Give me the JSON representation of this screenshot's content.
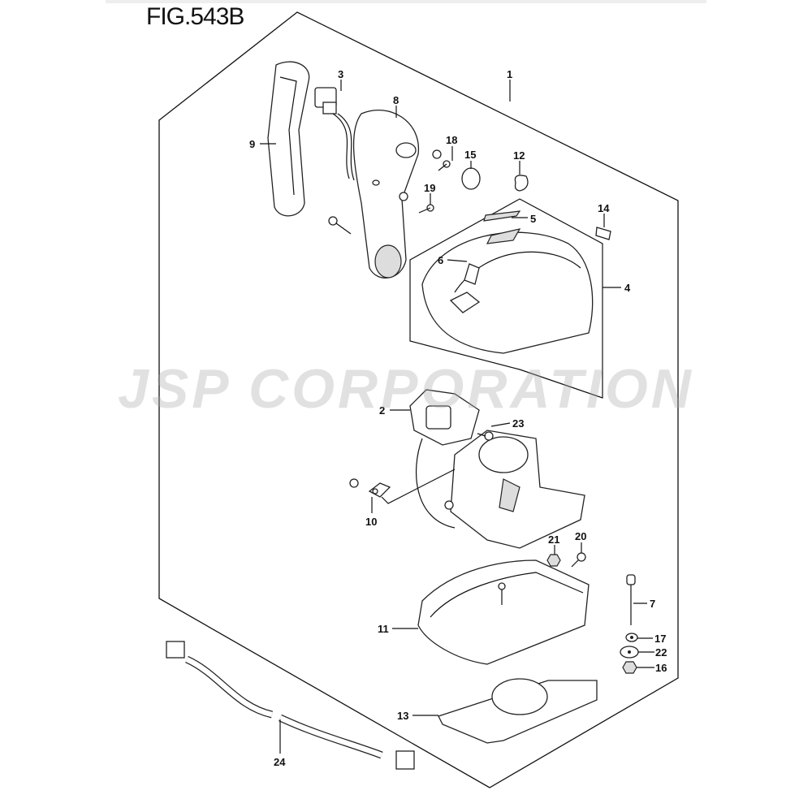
{
  "figure_title": "FIG.543B",
  "watermark": "JSP CORPORATION",
  "callouts": {
    "c1": "1",
    "c2": "2",
    "c3": "3",
    "c4": "4",
    "c5": "5",
    "c6": "6",
    "c7": "7",
    "c8": "8",
    "c9": "9",
    "c10": "10",
    "c11": "11",
    "c12": "12",
    "c13": "13",
    "c14": "14",
    "c15": "15",
    "c16": "16",
    "c17": "17",
    "c18": "18",
    "c19": "19",
    "c20": "20",
    "c21": "21",
    "c22": "22",
    "c23": "23",
    "c24": "24"
  }
}
